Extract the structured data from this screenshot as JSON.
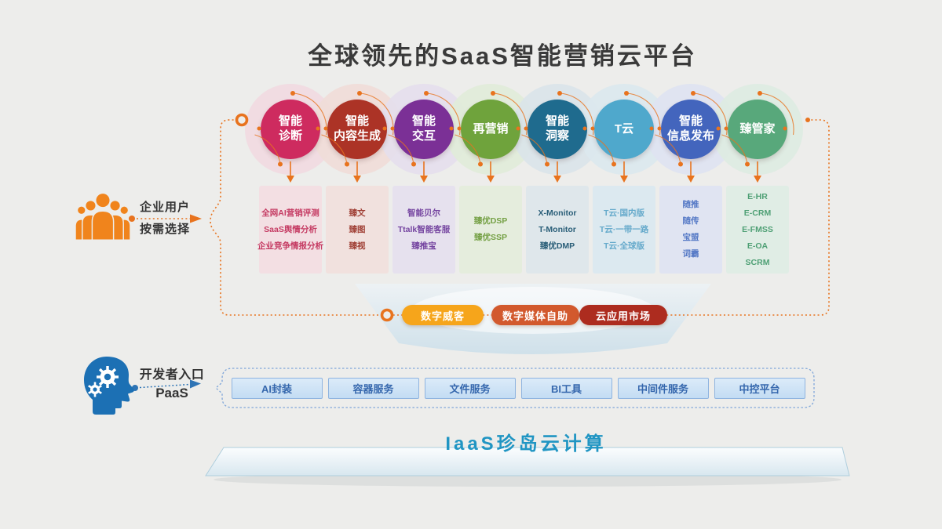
{
  "title": "全球领先的SaaS智能营销云平台",
  "colors": {
    "background": "#EDEDEB",
    "accent_orange": "#E8731E",
    "developer_blue": "#2E74B5",
    "title_text": "#3A3A3A",
    "iaas_text": "#2095C3",
    "people_icon": "#F0841C",
    "head_icon": "#1C70B4"
  },
  "enterprise": {
    "line1": "企业用户",
    "line2": "按需选择"
  },
  "developer": {
    "line1": "开发者入口",
    "line2": "PaaS"
  },
  "products": [
    {
      "name": "智能诊断",
      "name_lines": [
        "智能",
        "诊断"
      ],
      "color": "#CE2B5F",
      "halo_color": "#F1DAE1",
      "box_bg": "#F3DFE3",
      "text_color": "#C53B63",
      "items": [
        "全网AI营销评测",
        "SaaS舆情分析",
        "企业竞争情报分析"
      ]
    },
    {
      "name": "智能内容生成",
      "name_lines": [
        "智能",
        "内容生成"
      ],
      "color": "#AC3326",
      "halo_color": "#F0DCD8",
      "box_bg": "#F1E1DE",
      "text_color": "#A04036",
      "items": [
        "臻文",
        "臻图",
        "臻视"
      ]
    },
    {
      "name": "智能交互",
      "name_lines": [
        "智能",
        "交互"
      ],
      "color": "#7B3096",
      "halo_color": "#E5DEED",
      "box_bg": "#E6E1EE",
      "text_color": "#7545A0",
      "items": [
        "智能贝尔",
        "Ttalk智能客服",
        "臻推宝"
      ]
    },
    {
      "name": "再营销",
      "name_lines": [
        "再营销"
      ],
      "color": "#6FA33C",
      "halo_color": "#E1EBD9",
      "box_bg": "#E5EDDD",
      "text_color": "#74A044",
      "items": [
        "臻优DSP",
        "臻优SSP"
      ]
    },
    {
      "name": "智能洞察",
      "name_lines": [
        "智能",
        "洞察"
      ],
      "color": "#1F6B8E",
      "halo_color": "#DAE4E9",
      "box_bg": "#DFE7EB",
      "text_color": "#2A5E78",
      "items": [
        "X-Monitor",
        "T-Monitor",
        "臻优DMP"
      ]
    },
    {
      "name": "T云",
      "name_lines": [
        "T云"
      ],
      "color": "#4FA8CC",
      "halo_color": "#DBE8EE",
      "box_bg": "#DCE9F0",
      "text_color": "#66AACB",
      "items": [
        "T云·国内版",
        "T云·一带一路",
        "T云·全球版"
      ]
    },
    {
      "name": "智能信息发布",
      "name_lines": [
        "智能",
        "信息发布"
      ],
      "color": "#4365BD",
      "halo_color": "#DEE3F1",
      "box_bg": "#E0E4F2",
      "text_color": "#5377C5",
      "items": [
        "随推",
        "随传",
        "宝盟",
        "词霸"
      ]
    },
    {
      "name": "臻管家",
      "name_lines": [
        "臻管家"
      ],
      "color": "#58A87B",
      "halo_color": "#DDEBE2",
      "box_bg": "#E0EDE5",
      "text_color": "#4FA075",
      "items": [
        "E-HR",
        "E-CRM",
        "E-FMSS",
        "E-OA",
        "SCRM"
      ]
    }
  ],
  "middle_buttons": [
    {
      "label": "数字威客",
      "color": "#F6A51B"
    },
    {
      "label": "数字媒体自助",
      "color": "#D2592D"
    },
    {
      "label": "云应用市场",
      "color": "#AD2C1F"
    }
  ],
  "paas": {
    "items": [
      "AI封装",
      "容器服务",
      "文件服务",
      "BI工具",
      "中间件服务",
      "中控平台"
    ]
  },
  "iaas": {
    "title": "IaaS珍岛云计算"
  }
}
